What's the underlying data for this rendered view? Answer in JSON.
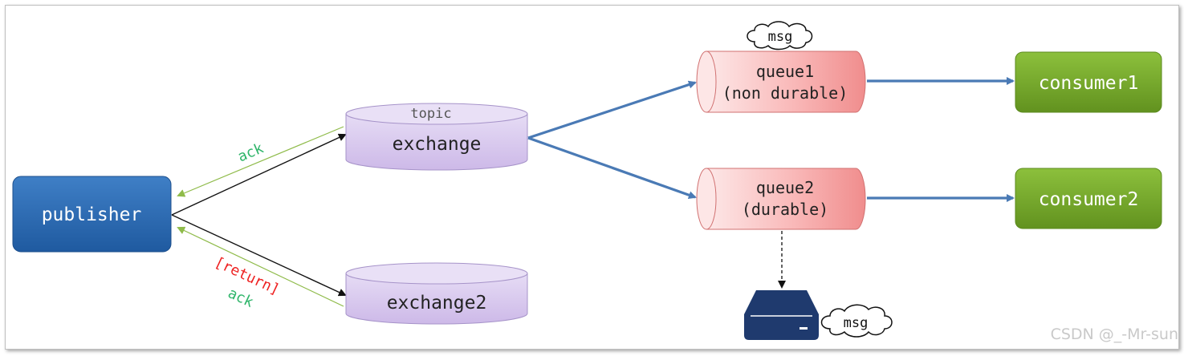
{
  "publisher": {
    "label": "publisher"
  },
  "exchange": {
    "type_label": "topic",
    "label": "exchange"
  },
  "exchange2": {
    "label": "exchange2"
  },
  "queue1": {
    "line1": "queue1",
    "line2": "(non durable)"
  },
  "queue2": {
    "line1": "queue2",
    "line2": "(durable)"
  },
  "consumer1": {
    "label": "consumer1"
  },
  "consumer2": {
    "label": "consumer2"
  },
  "ack_top": {
    "label": "ack"
  },
  "return_label": {
    "label": "[return]"
  },
  "ack_bottom": {
    "label": "ack"
  },
  "msg_top": {
    "label": "msg"
  },
  "msg_disk": {
    "label": "msg"
  },
  "watermark": {
    "text": "CSDN @_-Mr-sun"
  },
  "colors": {
    "publisher": "#2e6bb5",
    "consumer": "#76a72c",
    "exchange": "#d6c7ec",
    "queue": "#f7a9a9",
    "blue_arrow": "#4a7ab5",
    "ack_green": "#8fbb4a",
    "ack_text": "#2fb56a",
    "return_red": "#ee2222",
    "disk": "#1f3a6e"
  }
}
